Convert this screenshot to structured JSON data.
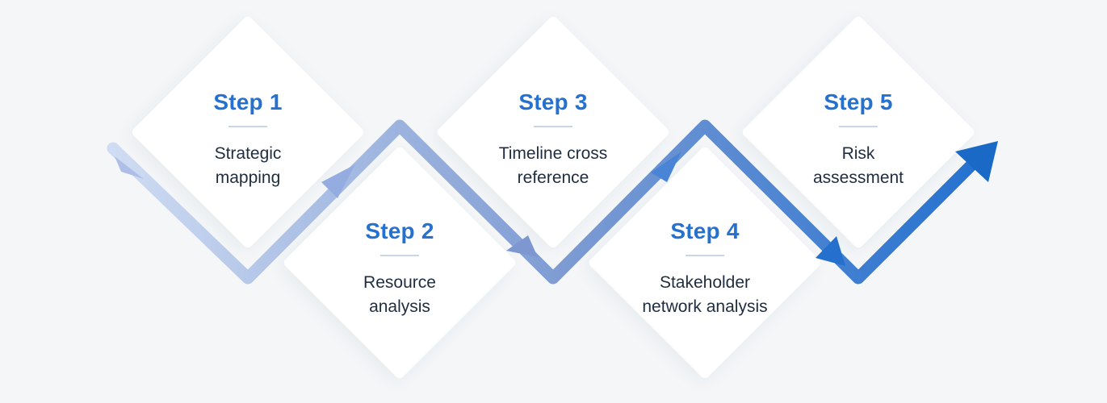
{
  "steps": [
    {
      "title": "Step 1",
      "label_lines": [
        "Strategic",
        "mapping"
      ]
    },
    {
      "title": "Step 2",
      "label_lines": [
        "Resource",
        "analysis"
      ]
    },
    {
      "title": "Step 3",
      "label_lines": [
        "Timeline cross",
        "reference"
      ]
    },
    {
      "title": "Step 4",
      "label_lines": [
        "Stakeholder",
        "network analysis"
      ]
    },
    {
      "title": "Step 5",
      "label_lines": [
        "Risk",
        "assessment"
      ]
    }
  ],
  "colors": {
    "background": "#f4f6f8",
    "card": "#ffffff",
    "title": "#2571d0",
    "label": "#1f2d3f",
    "divider": "#c9d6e6",
    "path_start": "#c6d5f0",
    "path_mid": "#7f9cd3",
    "path_end": "#1f6fd0"
  },
  "icons": {
    "path_arrows": "chevron-arrow-icon",
    "final_arrow": "arrowhead-icon"
  }
}
